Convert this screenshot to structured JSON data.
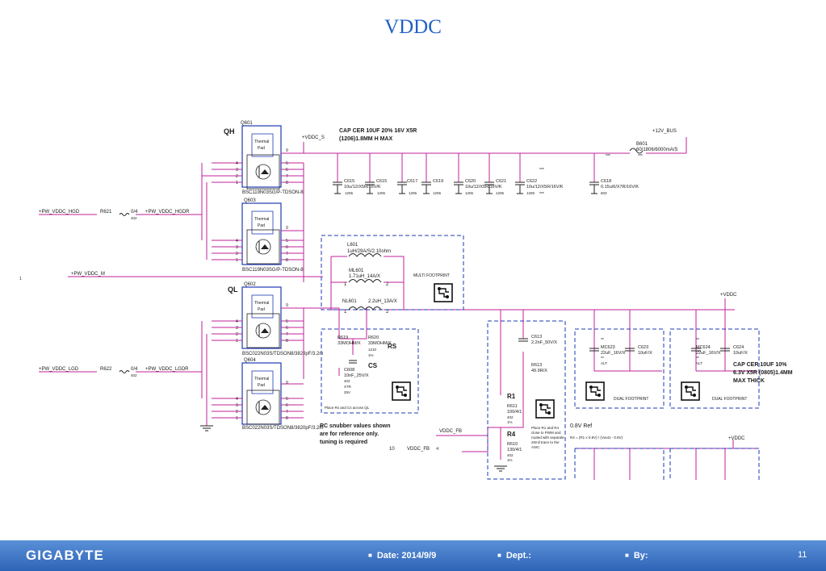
{
  "title": "VDDC",
  "labels": {
    "qh": "QH",
    "ql": "QL",
    "q601": "Q601",
    "q603": "Q603",
    "q602": "Q602",
    "q604": "Q604",
    "thermal": "Thermal",
    "pad": "Pad",
    "part_qh1": "BSC119N03SG/P-TDSON-8",
    "part_qh2": "BSC119N03SG/P-TDSON-8",
    "part_ql1": "BSC022N03S/TDSON8/3820pF/3.2m",
    "part_ql2": "BSC022N03S/TDSON8/3820pF/3.2m",
    "vddc_s": "+VDDC_S",
    "cap_note1": "CAP CER 10UF 20% 16V X5R",
    "cap_note2": "(1206)1.8MM H MAX",
    "bus12": "+12V_BUS",
    "b601": "B601",
    "b601_val": "60/1806/6000mA/S",
    "stars": "***",
    "c615": "C615",
    "c615b": "C615",
    "c617": "C617",
    "c619": "C619",
    "c620": "C620",
    "c621": "C621",
    "c622": "C622",
    "c618": "C618",
    "c615_val": "10u/12/X5R/16V/K",
    "c618_val": "0.15u/6/X7R/16V/K",
    "pkg1206": "1206",
    "pkg603": "603",
    "net_hgd": "+PW_VDDC_HGD",
    "r621": "R621",
    "r622": "R622",
    "r_val": "0/4",
    "r_pkg": "402",
    "net_hgdr": "+PW_VDDC_HGDR",
    "net_lgd": "+PW_VDDC_LGD",
    "net_lgdr": "+PW_VDDC_LGDR",
    "net_m": "+PW_VDDC_M",
    "one": "1",
    "l601": "L601",
    "l601_val": "1uH/29A/S/2.10ohm",
    "ml601": "ML601",
    "ml601_val": "1.71uH_14A/X",
    "nl601": "NL601",
    "nl601_val": "2.2uH_13A/X",
    "pin1": "1",
    "pin2": "2",
    "multi_fp": "MULTI FOOTPRINT",
    "vddc": "+VDDC",
    "r619": "R619",
    "r619_val": "33MOHM/X",
    "r620": "R620",
    "r620_val": "33MOHM/X",
    "rs": "RS",
    "cs": "CS",
    "r620_pkg": "1210",
    "r620_tol": "1%",
    "c608": "C608",
    "c608_val": "10nF_25V/X",
    "c608_pkg": "402",
    "c608_d": "X7R",
    "c608_v": "25V",
    "rc_note": "Place Rs and Cs across QL",
    "snubber1": "RC snubber values shown",
    "snubber2": "are for reference only.",
    "snubber3": "tuning is required",
    "vddc_fb": "VDDC_FB",
    "vddc_fb2": "VDDC_FB",
    "ten": "10",
    "c613": "C613",
    "c613_val": "2.2nF_50V/X",
    "r613": "R613",
    "r613_val": "49.9R/X",
    "r1": "R1",
    "r611": "R611",
    "r611_val": "100/4/1",
    "r4": "R4",
    "r610": "R610",
    "r610_val": "130/4/1",
    "rpkg": "402",
    "rtol": "1%",
    "place_note": "Place R1 and R4 close to PWM and routed with separate 20mil trace to the ASIC",
    "ref08": "0.8V Ref",
    "r4_formula": "R4 = (R1 x 0.8V) / (Vout1 - 0.8V)",
    "mc623": "MC623",
    "mc623_val": "22uF_16V/X",
    "c623": "C623",
    "c623_val": "10uF/X",
    "mc624": "MC624",
    "mc624_val": "22uF_16V/X",
    "c624": "C624",
    "c624_val": "10uF/X",
    "alt": "ALT",
    "dual_fp": "DUAL FOOTPRINT",
    "cap_note3": "CAP CER 10UF 10%",
    "cap_note4": "6.3V X5R (0805)1.4MM",
    "cap_note5": "MAX THICK",
    "dstar": "**"
  },
  "footer": {
    "logo": "GIGABYTE",
    "date": "Date: 2014/9/9",
    "dept": "Dept.:",
    "by": "By:",
    "page": "11"
  },
  "colors": {
    "wire": "#c0209a",
    "dash": "#1e3ab4",
    "accent": "#1f5fc6"
  }
}
